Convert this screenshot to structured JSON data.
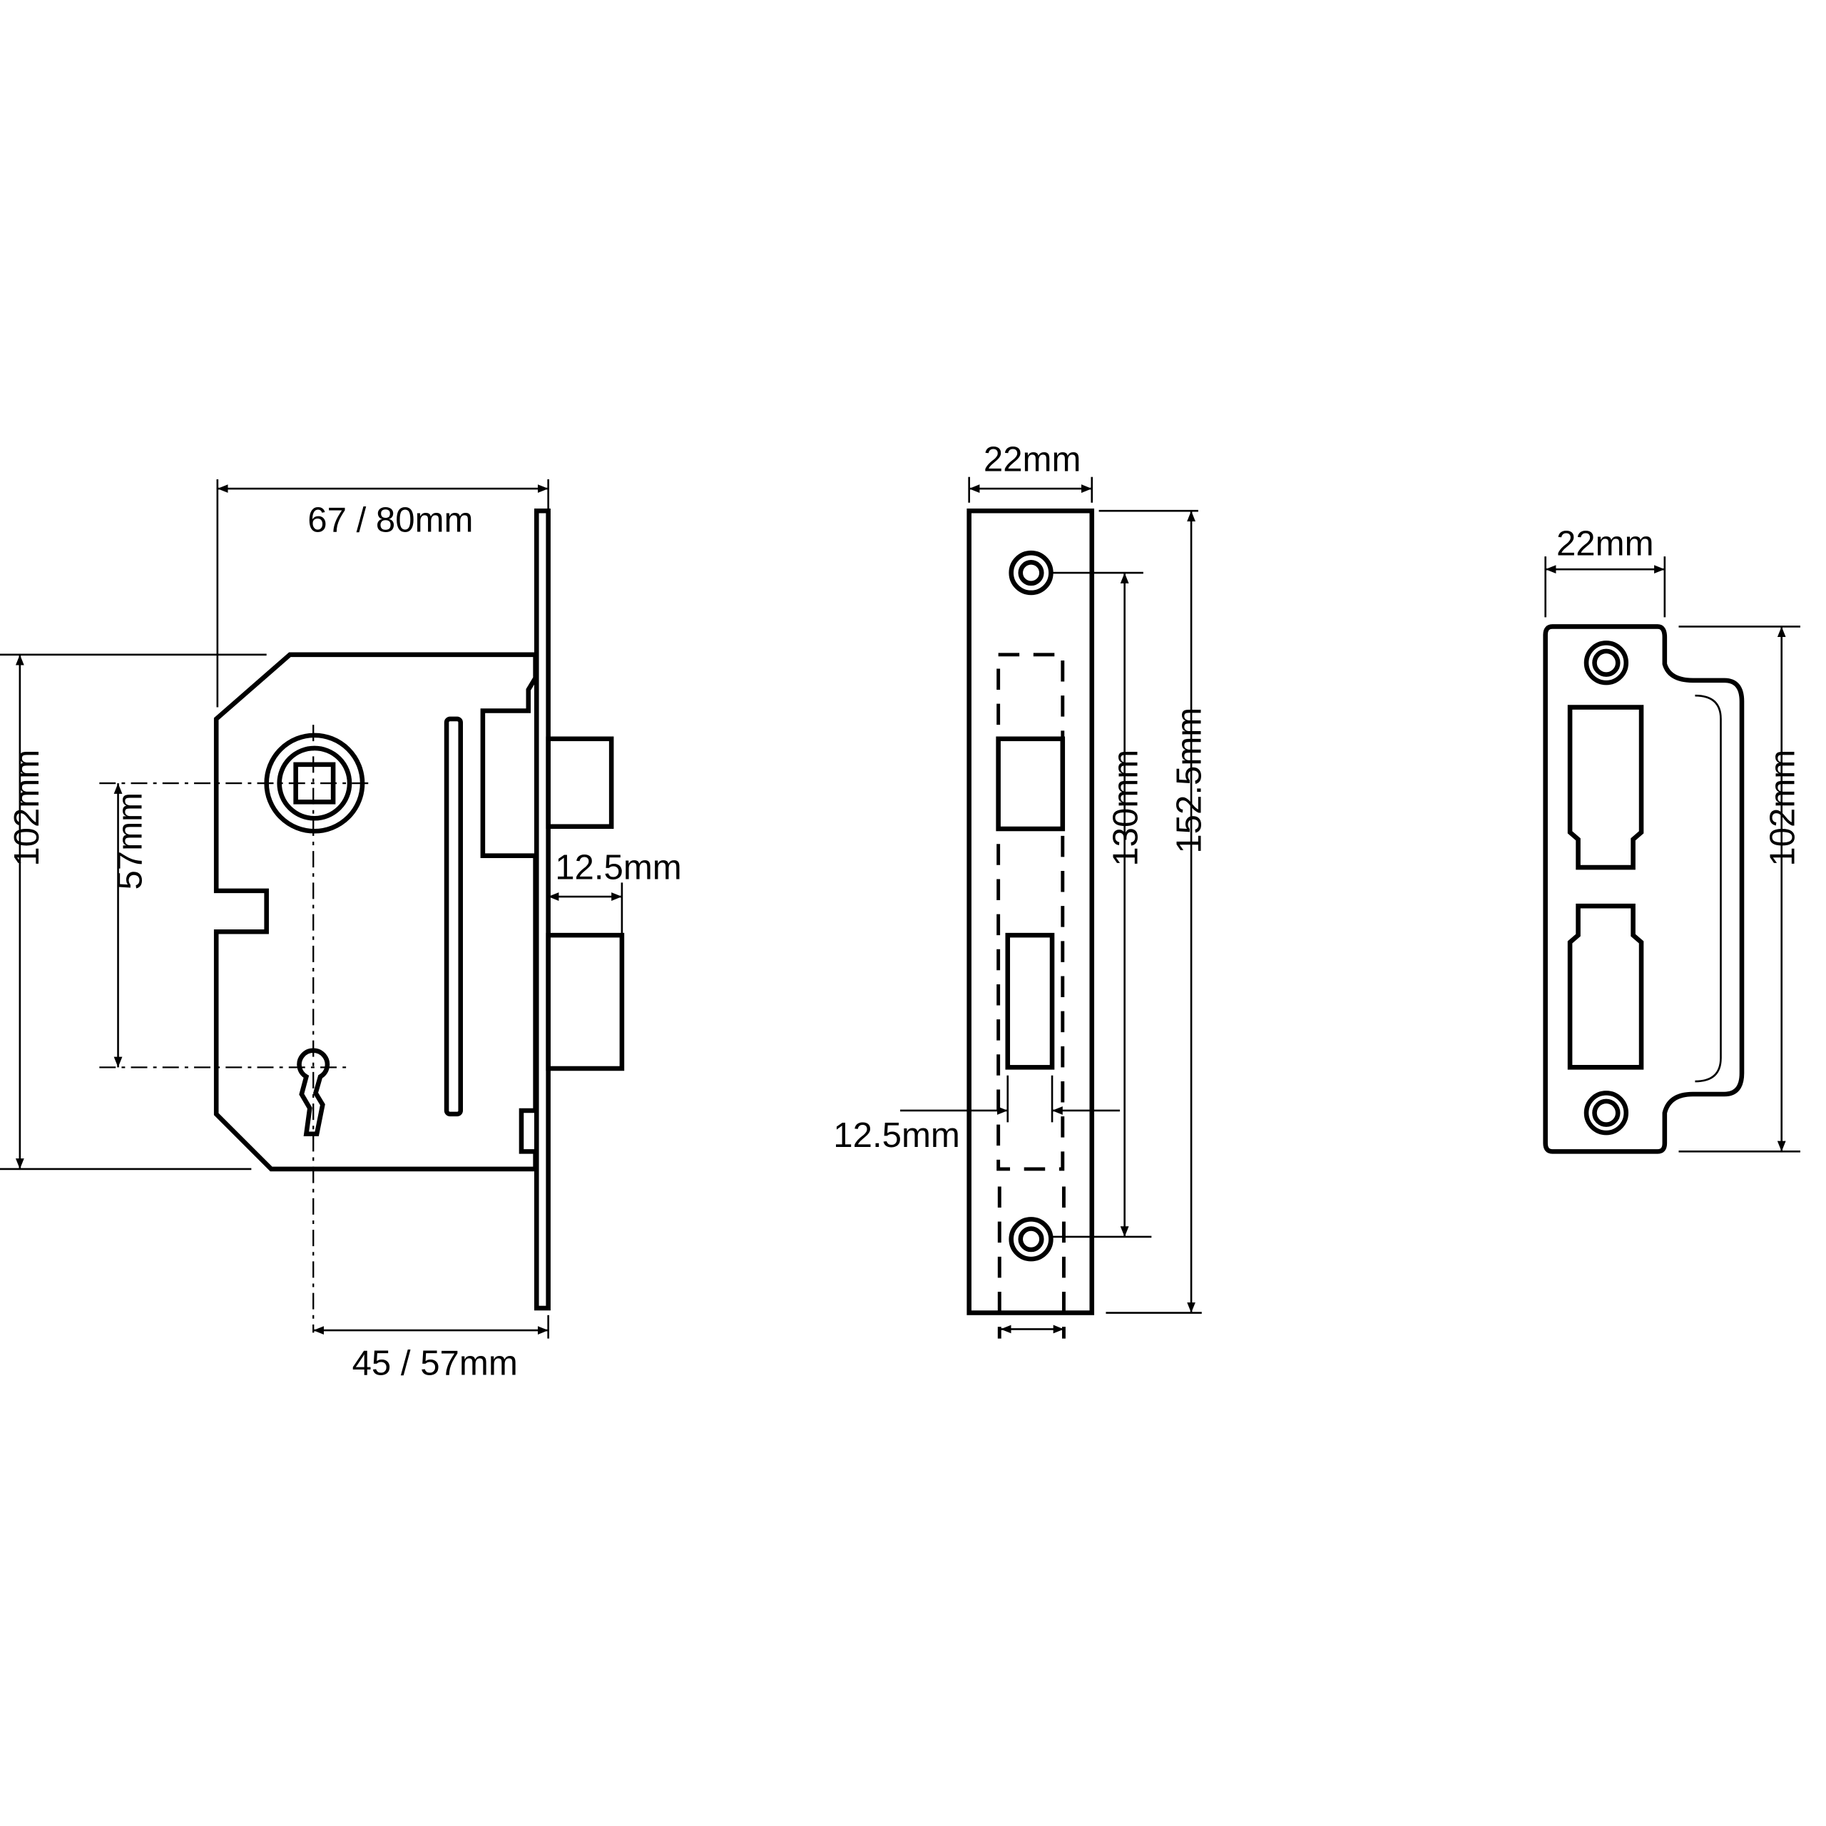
{
  "title": "Sashlock technical drawing",
  "colors": {
    "line": "#000000",
    "background": "#ffffff"
  },
  "lock_body": {
    "width_label": "67 / 80mm",
    "height_label": "102mm",
    "centres_label": "57mm",
    "bolt_projection_label": "12.5mm",
    "backset_label": "45 / 57mm"
  },
  "forend": {
    "width_label": "22mm",
    "fixing_centres_label": "130mm",
    "length_label": "152.5mm",
    "bolt_width_label": "12.5mm"
  },
  "strike_plate": {
    "width_label": "22mm",
    "height_label": "102mm"
  }
}
